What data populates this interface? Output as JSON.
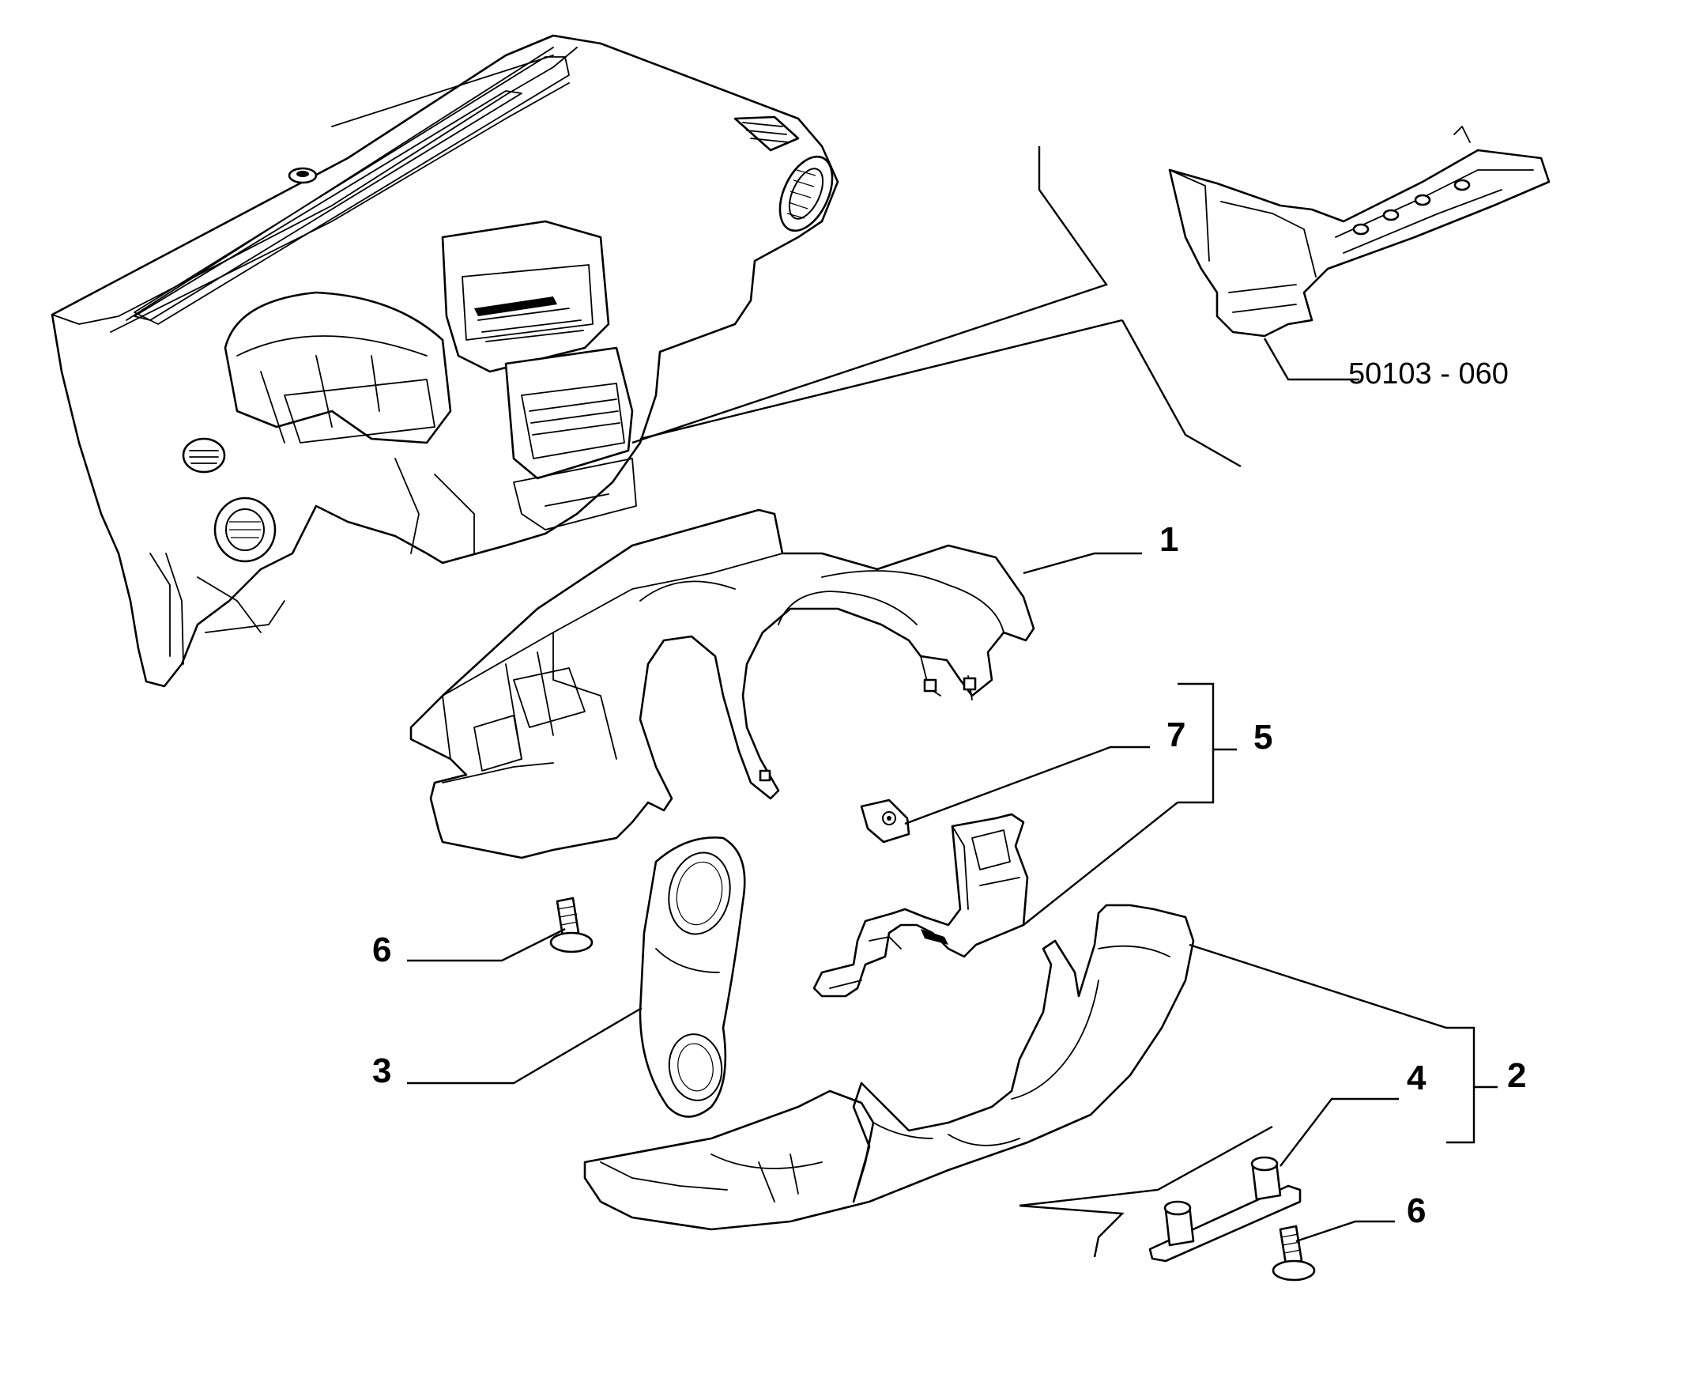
{
  "diagram": {
    "reference_code": "50103 - 060",
    "callouts": {
      "c1": "1",
      "c2": "2",
      "c3": "3",
      "c4": "4",
      "c5": "5",
      "c6_upper": "6",
      "c6_lower": "6",
      "c7": "7"
    }
  }
}
